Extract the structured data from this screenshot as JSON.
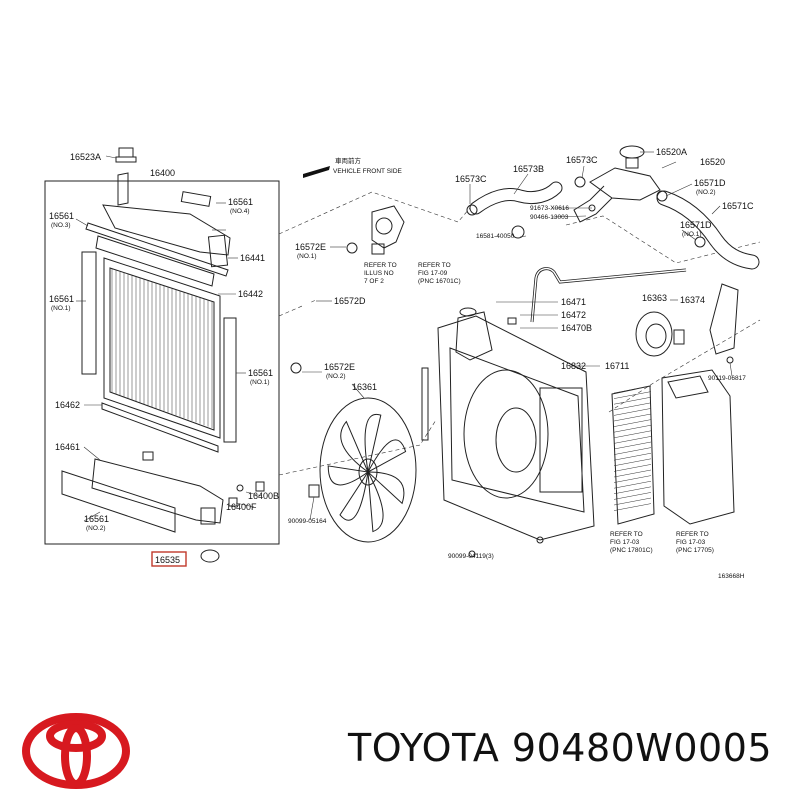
{
  "diagram": {
    "header_note": {
      "glyph": "車両前方",
      "text": "VEHICLE FRONT SIDE"
    },
    "ref_notes": [
      {
        "lines": [
          "REFER TO",
          "ILLUS NO",
          "7 OF 2"
        ]
      },
      {
        "lines": [
          "REFER TO",
          "FIG 17-09",
          "(PNC 16701C)"
        ]
      },
      {
        "lines": [
          "REFER TO",
          "FIG 17-03",
          "(PNC 17801C)"
        ]
      },
      {
        "lines": [
          "REFER TO",
          "FIG 17-03",
          "(PNC 17705)"
        ]
      }
    ],
    "labels": {
      "p16523A": "16523A",
      "p16400": "16400",
      "p16561_no3": "16561",
      "p16561_no4": "16561",
      "p16441": "16441",
      "p16561_no1": "16561",
      "p16442": "16442",
      "p16561_no1b": "16561",
      "p16462": "16462",
      "p16461": "16461",
      "p16400B": "16400B",
      "p16400F": "16400F",
      "p16561_no2": "16561",
      "p16535": "16535",
      "p16572E_top": "16572E",
      "p16572D": "16572D",
      "p16572E_bot": "16572E",
      "p16361": "16361",
      "p90099_05164": "90099-05164",
      "p16573C_left": "16573C",
      "p16573B": "16573B",
      "p16573C_right": "16573C",
      "p16520A": "16520A",
      "p16520": "16520",
      "p91673": "91673-X0616",
      "p90466": "90466-13003",
      "p16581": "16581-40050",
      "p16571D_top": "16571D",
      "p16571C": "16571C",
      "p16571D_bot": "16571D",
      "p16471": "16471",
      "p16472": "16472",
      "p16470B": "16470B",
      "p16832": "16832",
      "p16711": "16711",
      "p16363": "16363",
      "p16374": "16374",
      "p90119": "90119-06817",
      "p90099_04119": "90099-04119(3)",
      "fig_code": "163668H"
    },
    "subnotes": {
      "no3": "(NO.3)",
      "no4": "(NO.4)",
      "no1": "(NO.1)",
      "no1b": "(NO.1)",
      "no2": "(NO.2)",
      "no1_hose": "(NO.1)",
      "no2_hose": "(NO.2)",
      "no2_right": "(NO.2)",
      "no1_right": "(NO.1)"
    }
  },
  "footer": {
    "brand": "TOYOTA",
    "part_number": "90480W0005",
    "text": "TOYOTA 90480W0005",
    "logo_color": "#d7191f"
  }
}
